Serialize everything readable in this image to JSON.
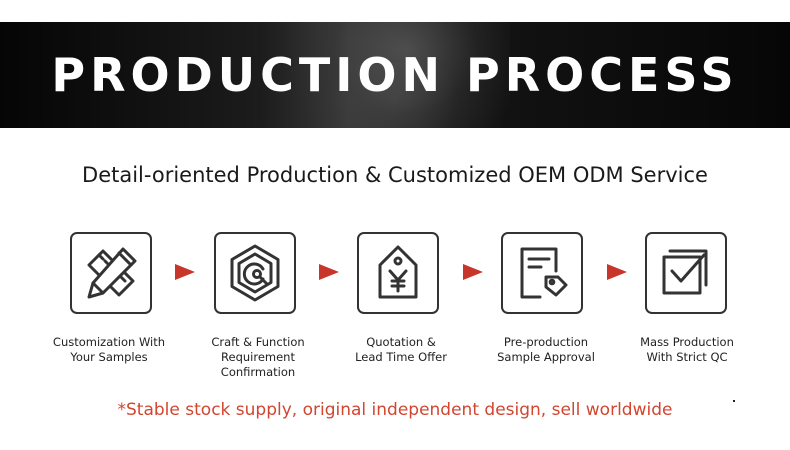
{
  "banner": {
    "title": "PRODUCTION PROCESS"
  },
  "subtitle": "Detail-oriented Production & Customized OEM ODM Service",
  "steps": [
    {
      "icon": "pencil-ruler-icon",
      "lines": [
        "Customization With",
        "Your Samples"
      ]
    },
    {
      "icon": "craft-hexagon-icon",
      "lines": [
        "Craft & Function",
        "Requirement",
        "Confirmation"
      ]
    },
    {
      "icon": "price-tag-yen-icon",
      "lines": [
        "Quotation &",
        "Lead Time Offer"
      ]
    },
    {
      "icon": "document-tag-icon",
      "lines": [
        "Pre-production",
        "Sample Approval"
      ]
    },
    {
      "icon": "checkbox-icon",
      "lines": [
        "Mass Production",
        "With Strict QC"
      ]
    }
  ],
  "footnote": "*Stable stock supply, original independent design, sell worldwide",
  "colors": {
    "arrow": "#c8352a",
    "footnote": "#d2452f",
    "banner": "#0b0b0b",
    "icon_stroke": "#333333"
  }
}
